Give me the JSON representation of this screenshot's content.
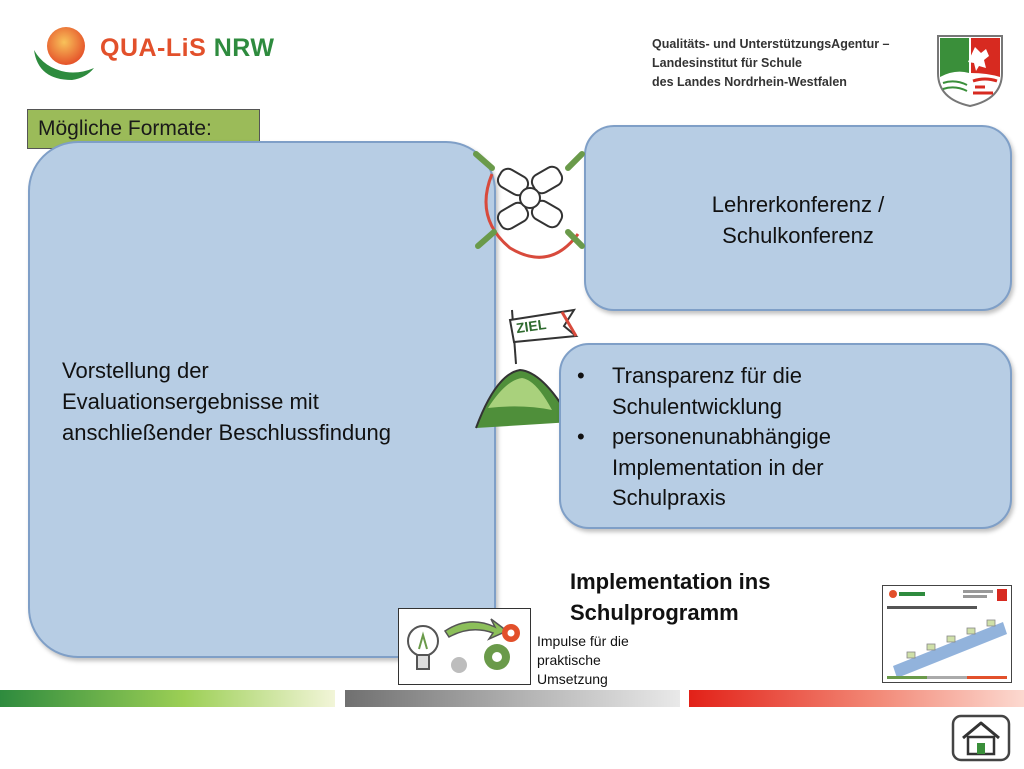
{
  "header": {
    "logo_prefix": "QUA-LiS ",
    "logo_suffix": "NRW",
    "org_lines": [
      "Qualitäts- und UnterstützungsAgentur –",
      "Landesinstitut für Schule",
      "des Landes Nordrhein-Westfalen"
    ]
  },
  "formats_label": "Mögliche Formate:",
  "left_panel": {
    "lines": [
      "Vorstellung der",
      "Evaluationsergebnisse mit",
      "anschließender Beschlussfindung"
    ]
  },
  "top_right_panel": {
    "lines": [
      "Lehrerkonferenz /",
      "Schulkonferenz"
    ]
  },
  "middle_right_panel": {
    "bullets": [
      {
        "lines": [
          "Transparenz für die",
          "Schulentwicklung"
        ]
      },
      {
        "lines": [
          "personenunabhängige",
          "Implementation in der",
          "Schulpraxis"
        ]
      }
    ]
  },
  "flag_label": "ZIEL",
  "implementation_title": [
    "Implementation ins",
    "Schulprogramm"
  ],
  "impulse_label": [
    "Impulse für die",
    "praktische",
    "Umsetzung"
  ],
  "icons": {
    "logo": "sun-arc-logo-icon",
    "crest": "nrw-crest-icon",
    "hands": "joined-hands-icon",
    "goal": "mountain-goal-flag-icon",
    "impulse": "lightbulb-gears-icon",
    "thumbnail": "document-thumbnail-icon",
    "home": "home-icon"
  },
  "colors": {
    "panel_fill": "#b7cde4",
    "label_fill": "#9bbb59",
    "brand_red": "#e2502b",
    "brand_green": "#2e8b3e"
  }
}
